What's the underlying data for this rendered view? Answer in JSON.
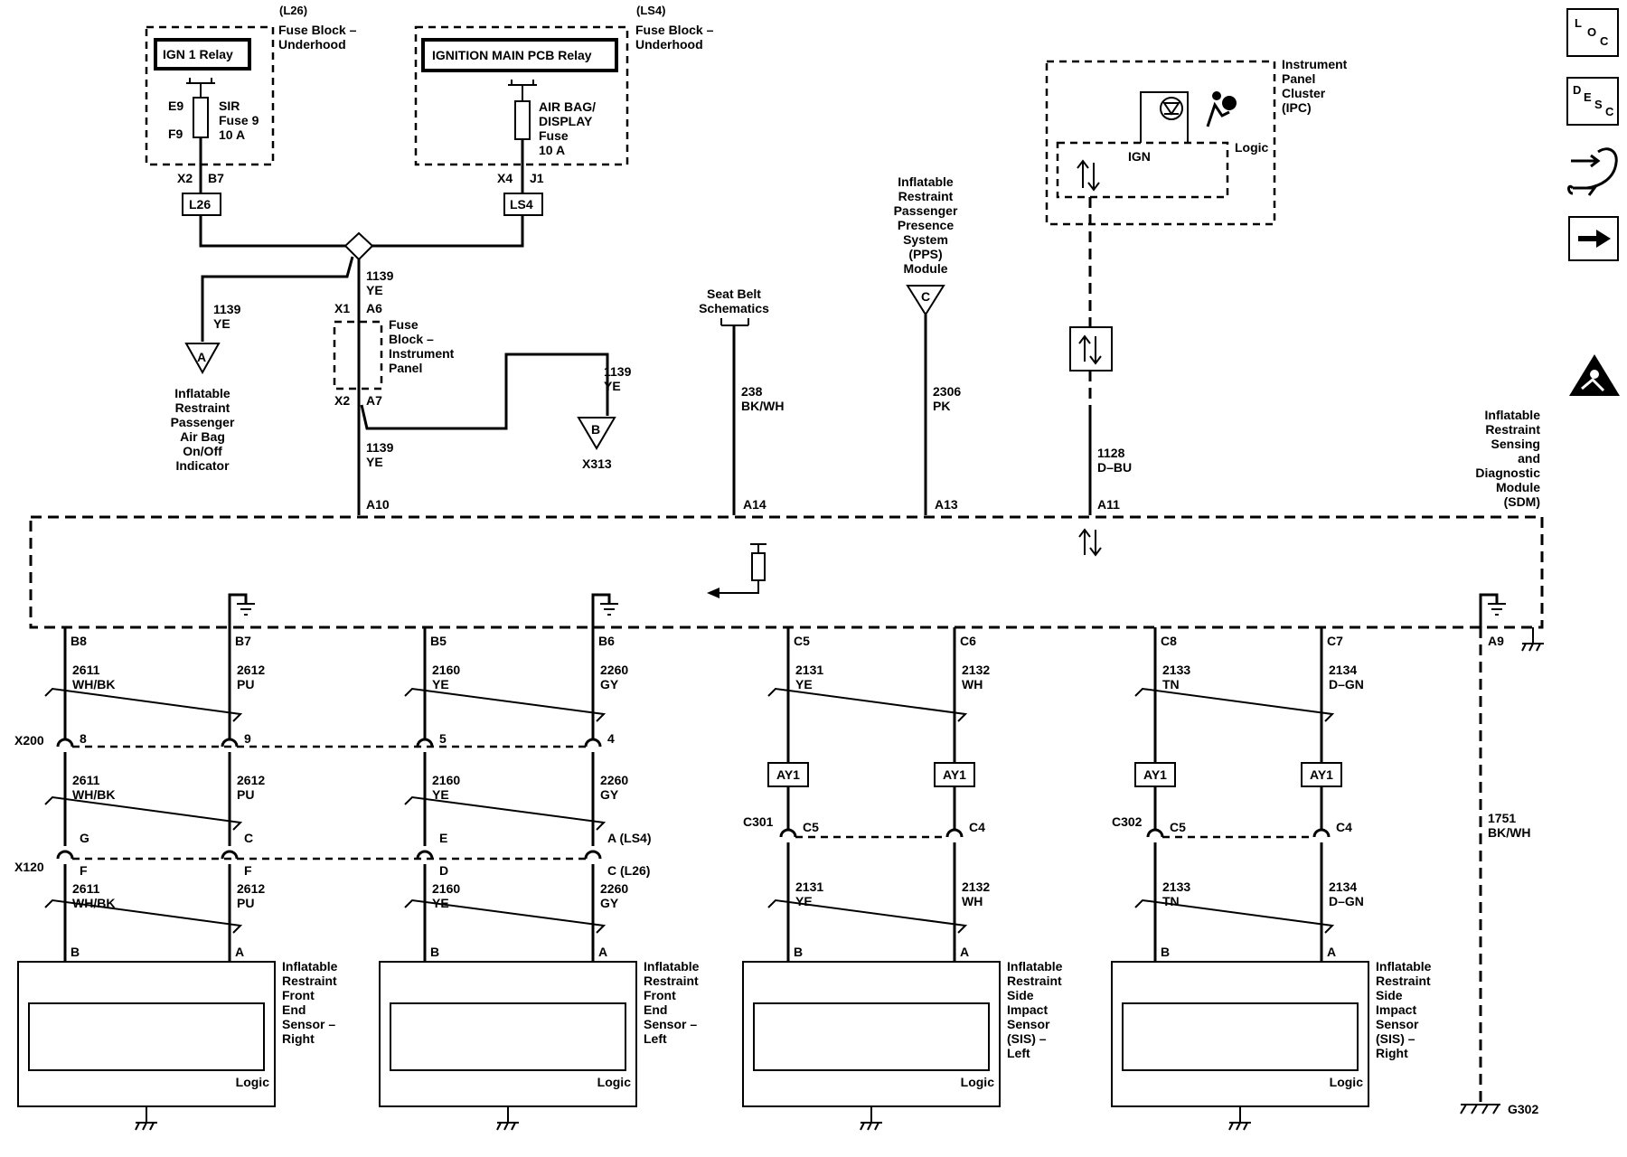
{
  "fuse_block_left": {
    "code": "(L26)",
    "title": [
      "Fuse Block –",
      "Underhood"
    ],
    "relay": "IGN 1 Relay",
    "fuse": [
      "SIR",
      "Fuse 9",
      "10 A"
    ],
    "pin_top": "E9",
    "pin_bottom": "F9",
    "connector": "X2",
    "cavity": "B7",
    "tag": "L26"
  },
  "fuse_block_right": {
    "code": "(LS4)",
    "title": [
      "Fuse Block –",
      "Underhood"
    ],
    "relay": "IGNITION MAIN PCB Relay",
    "fuse": [
      "AIR BAG/",
      "DISPLAY",
      "Fuse",
      "10 A"
    ],
    "connector": "X4",
    "cavity": "J1",
    "tag": "LS4"
  },
  "ipc": {
    "title": [
      "Instrument",
      "Panel",
      "Cluster",
      "(IPC)"
    ],
    "logic": "Logic",
    "ign": "IGN"
  },
  "pps": {
    "title": [
      "Inflatable",
      "Restraint",
      "Passenger",
      "Presence",
      "System",
      "(PPS)",
      "Module"
    ],
    "ref": "C",
    "circuit": "2306",
    "color": "PK",
    "pin": "A13"
  },
  "seatbelt": {
    "title": [
      "Seat Belt",
      "Schematics"
    ],
    "circuit": "238",
    "color": "BK/WH",
    "pin": "A14"
  },
  "feed": {
    "top_circuit": "1139",
    "top_color": "YE",
    "left_circuit": "1139",
    "left_color": "YE",
    "ref_a": "A",
    "ref_a_title": [
      "Inflatable",
      "Restraint",
      "Passenger",
      "Air Bag",
      "On/Off",
      "Indicator"
    ],
    "x1": "X1",
    "a6": "A6",
    "x2": "X2",
    "a7": "A7",
    "ip_block": [
      "Fuse",
      "Block –",
      "Instrument",
      "Panel"
    ],
    "right_circuit": "1139",
    "right_color": "YE",
    "ref_b": "B",
    "ref_b_label": "X313",
    "bottom_circuit": "1139",
    "bottom_color": "YE",
    "pin": "A10"
  },
  "serial": {
    "circuit": "1128",
    "color": "D–BU",
    "pin": "A11"
  },
  "sdm": {
    "title": [
      "Inflatable",
      "Restraint",
      "Sensing",
      "and",
      "Diagnostic",
      "Module",
      "(SDM)"
    ]
  },
  "ground": {
    "pin": "A9",
    "circuit": "1751",
    "color": "BK/WH",
    "label": "G302"
  },
  "wires": [
    {
      "pin": "B8",
      "c1": "2611",
      "col1": "WH/BK",
      "x200": "8",
      "c2": "2611",
      "col2": "WH/BK",
      "x120a": "G",
      "x120b": "F",
      "c3": "2611",
      "col3": "WH/BK",
      "end": "B"
    },
    {
      "pin": "B7",
      "c1": "2612",
      "col1": "PU",
      "x200": "9",
      "c2": "2612",
      "col2": "PU",
      "x120a": "C",
      "x120b": "F",
      "c3": "2612",
      "col3": "PU",
      "end": "A"
    },
    {
      "pin": "B5",
      "c1": "2160",
      "col1": "YE",
      "x200": "5",
      "c2": "2160",
      "col2": "YE",
      "x120a": "E",
      "x120b": "D",
      "c3": "2160",
      "col3": "YE",
      "end": "B"
    },
    {
      "pin": "B6",
      "c1": "2260",
      "col1": "GY",
      "x200": "4",
      "c2": "2260",
      "col2": "GY",
      "x120a": "A (LS4)",
      "x120b": "C (L26)",
      "c3": "2260",
      "col3": "GY",
      "end": "A"
    },
    {
      "pin": "C5",
      "c1": "2131",
      "col1": "YE",
      "conn": "C5",
      "c3": "2131",
      "col3": "YE",
      "end": "B"
    },
    {
      "pin": "C6",
      "c1": "2132",
      "col1": "WH",
      "conn": "C4",
      "c3": "2132",
      "col3": "WH",
      "end": "A"
    },
    {
      "pin": "C8",
      "c1": "2133",
      "col1": "TN",
      "conn": "C5",
      "c3": "2133",
      "col3": "TN",
      "end": "B"
    },
    {
      "pin": "C7",
      "c1": "2134",
      "col1": "D–GN",
      "conn": "C4",
      "c3": "2134",
      "col3": "D–GN",
      "end": "A"
    }
  ],
  "connectors": {
    "x200": "X200",
    "x120": "X120",
    "c301": "C301",
    "c302": "C302",
    "ay1": "AY1"
  },
  "sensors": [
    {
      "title": [
        "Inflatable",
        "Restraint",
        "Front",
        "End",
        "Sensor –",
        "Right"
      ],
      "logic": "Logic"
    },
    {
      "title": [
        "Inflatable",
        "Restraint",
        "Front",
        "End",
        "Sensor –",
        "Left"
      ],
      "logic": "Logic"
    },
    {
      "title": [
        "Inflatable",
        "Restraint",
        "Side",
        "Impact",
        "Sensor",
        "(SIS) –",
        "Left"
      ],
      "logic": "Logic"
    },
    {
      "title": [
        "Inflatable",
        "Restraint",
        "Side",
        "Impact",
        "Sensor",
        "(SIS) –",
        "Right"
      ],
      "logic": "Logic"
    }
  ],
  "nav": {
    "loc": [
      "L",
      "O",
      "C"
    ],
    "desc": [
      "D",
      "E",
      "S",
      "C"
    ],
    "icons": [
      "connector-icon",
      "arrow-right-icon",
      "airbag-warning-icon"
    ]
  }
}
